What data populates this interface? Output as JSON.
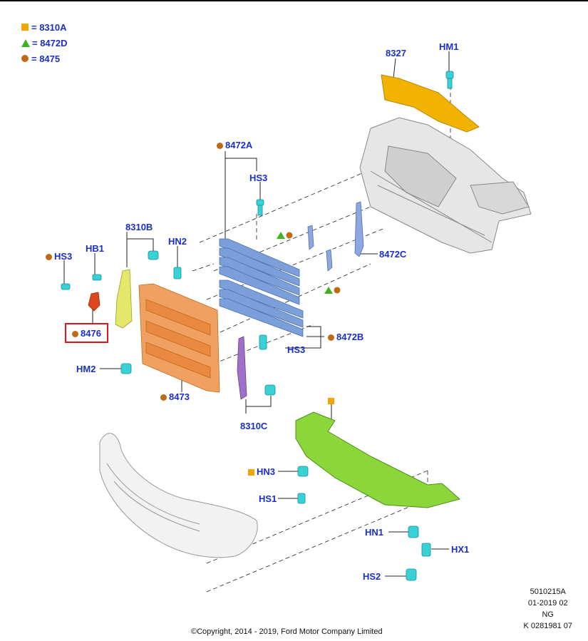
{
  "legend": [
    {
      "symbol": "square",
      "text": "= 8310A",
      "color": "#f2a400"
    },
    {
      "symbol": "triangle",
      "text": "= 8472D",
      "color": "#3cb521"
    },
    {
      "symbol": "circle",
      "text": "= 8475",
      "color": "#c06a16"
    }
  ],
  "callouts": {
    "c8327": "8327",
    "hm1": "HM1",
    "c8472a": "8472A",
    "hs3_top": "HS3",
    "c8310b": "8310B",
    "hb1": "HB1",
    "hn2": "HN2",
    "hs3_left": "HS3",
    "c8476": "8476",
    "c8472c": "8472C",
    "c8472b": "8472B",
    "hs3_mid": "HS3",
    "hm2": "HM2",
    "c8473": "8473",
    "c8310c": "8310C",
    "hn3": "HN3",
    "hs1": "HS1",
    "hn1": "HN1",
    "hx1": "HX1",
    "hs2": "HS2"
  },
  "reference": {
    "line1": "5010215A",
    "line2": "01-2019 02",
    "line3": "NG",
    "line4": "K 0281981 07"
  },
  "copyright": "©Copyright, 2014 - 2019, Ford Motor Company Limited",
  "colors": {
    "label_blue": "#1a2fc8",
    "highlight_red": "#e3141b",
    "deflector_yellow": "#f2b200",
    "grille_blue": "#7b9fd8",
    "shutter_frame_orange": "#f0a060",
    "under_shield_green": "#8bd63a",
    "clip_cyan": "#38d2d6",
    "bracket_purple": "#a070c8",
    "bracket_lime": "#e4e86a",
    "part_red": "#e0461e"
  }
}
